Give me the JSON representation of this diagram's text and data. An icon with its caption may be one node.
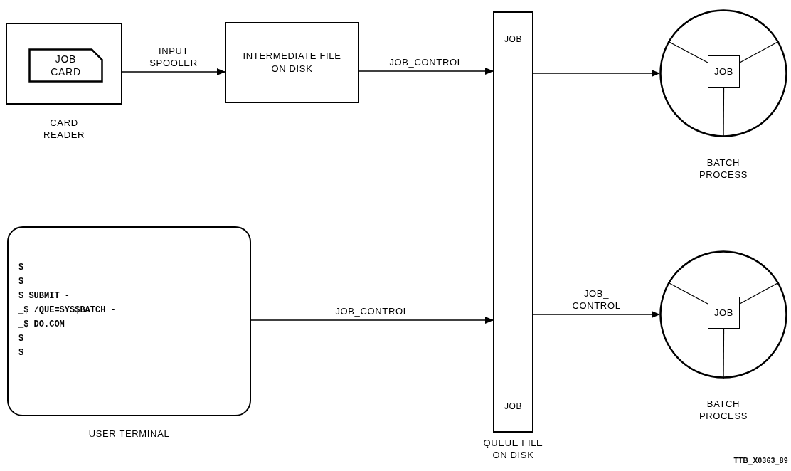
{
  "diagram": {
    "nodes": [
      {
        "text": [],
        "shape": "box",
        "beside": [
          "CARD READER"
        ]
      },
      {
        "text": [
          "JOB CARD"
        ],
        "in": 0
      },
      {
        "text": [
          "INTERMEDIATE FILE ON DISK"
        ]
      },
      {
        "text": [
          "JOB",
          "JOB"
        ],
        "beside": [
          "QUEUE FILE ON DISK"
        ]
      },
      {
        "text": [],
        "shape": "circle",
        "beside": [
          "BATCH PROCESS"
        ]
      },
      {
        "text": [
          "JOB"
        ],
        "in": 4
      },
      {
        "text": [
          "$",
          "$",
          "$ SUBMIT -",
          "_$ /QUE=SYS$BATCH -",
          "_$ DO.COM",
          "$",
          "$"
        ],
        "beside": [
          "USER TERMINAL"
        ]
      },
      {
        "text": [],
        "shape": "circle",
        "beside": [
          "BATCH PROCESS"
        ]
      },
      {
        "text": [
          "JOB"
        ],
        "in": 7
      }
    ],
    "edges": [
      {
        "from": 0,
        "to": 2,
        "arrow": "to",
        "label": "INPUT SPOOLER"
      },
      {
        "from": 2,
        "to": 3,
        "arrow": "to",
        "label": "JOB_CONTROL"
      },
      {
        "from": 3,
        "to": 4,
        "arrow": "to"
      },
      {
        "from": 6,
        "to": 3,
        "arrow": "to",
        "label": "JOB_CONTROL"
      },
      {
        "from": 3,
        "to": 7,
        "arrow": "to",
        "label": "JOB_ CONTROL"
      }
    ],
    "labels": [
      "TTB_X0363_89"
    ]
  }
}
